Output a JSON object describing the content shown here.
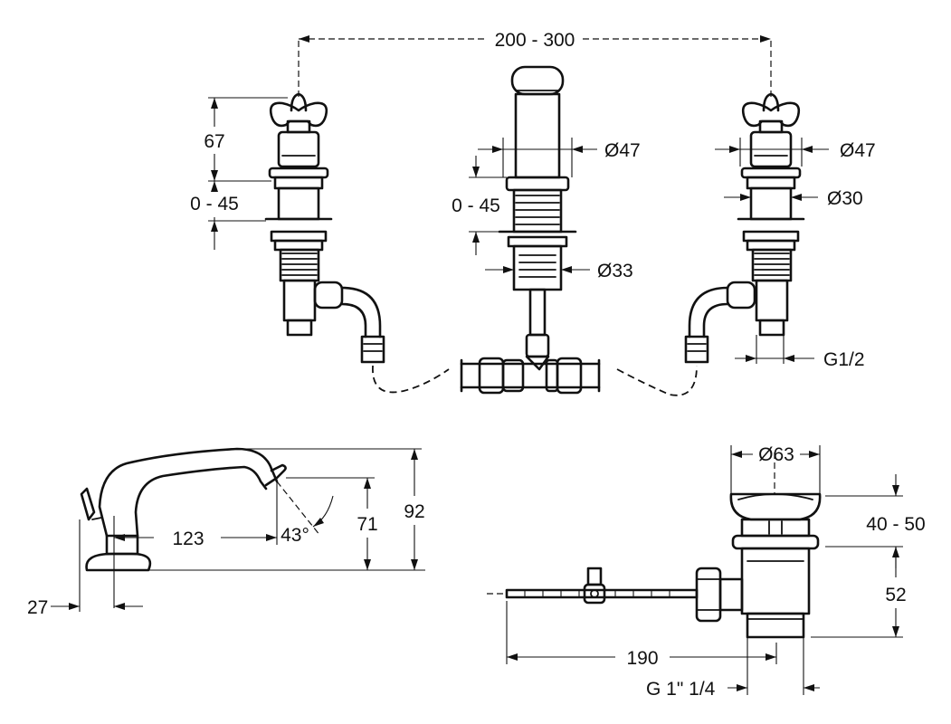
{
  "dimensions": {
    "centers": "200 - 300",
    "handle_height": "67",
    "deck_left": "0 - 45",
    "deck_center": "0 - 45",
    "spout_dia": "Ø47",
    "valve_dia": "Ø47",
    "valve_stem_dia": "Ø30",
    "spout_shank_dia": "Ø33",
    "thread": "G1/2",
    "spout_reach": "123",
    "spout_angle": "43°",
    "spout_outlet_height": "71",
    "spout_total_height": "92",
    "spout_base": "27",
    "waste_head_dia": "Ø63",
    "waste_range": "40 - 50",
    "waste_body": "52",
    "waste_rod": "190",
    "waste_thread": "G 1\" 1/4"
  }
}
